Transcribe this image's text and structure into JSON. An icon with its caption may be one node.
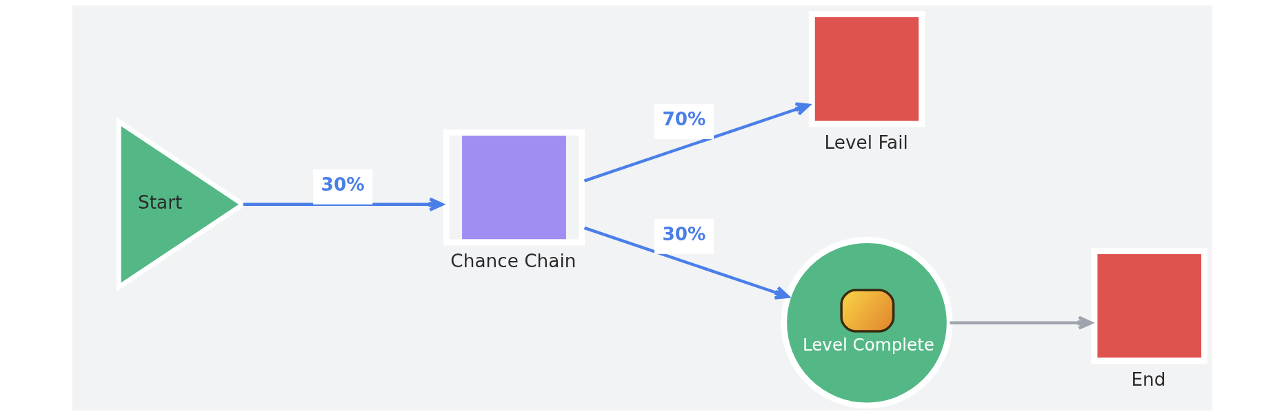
{
  "diagram": {
    "nodes": [
      {
        "text": [
          "Start"
        ]
      },
      {
        "text": [
          "Chance Chain"
        ]
      },
      {
        "text": [
          "Level Fail"
        ]
      },
      {
        "text": [
          "Level Complete"
        ]
      },
      {
        "text": [
          "End"
        ]
      }
    ],
    "edges": [
      {
        "from": 0,
        "to": 1,
        "arrow": "to",
        "label": "30%"
      },
      {
        "from": 1,
        "to": 2,
        "arrow": "to",
        "label": "70%"
      },
      {
        "from": 1,
        "to": 3,
        "arrow": "to",
        "label": "30%"
      },
      {
        "from": 3,
        "to": 4,
        "arrow": "to",
        "color": "#9ea3ad"
      }
    ]
  }
}
